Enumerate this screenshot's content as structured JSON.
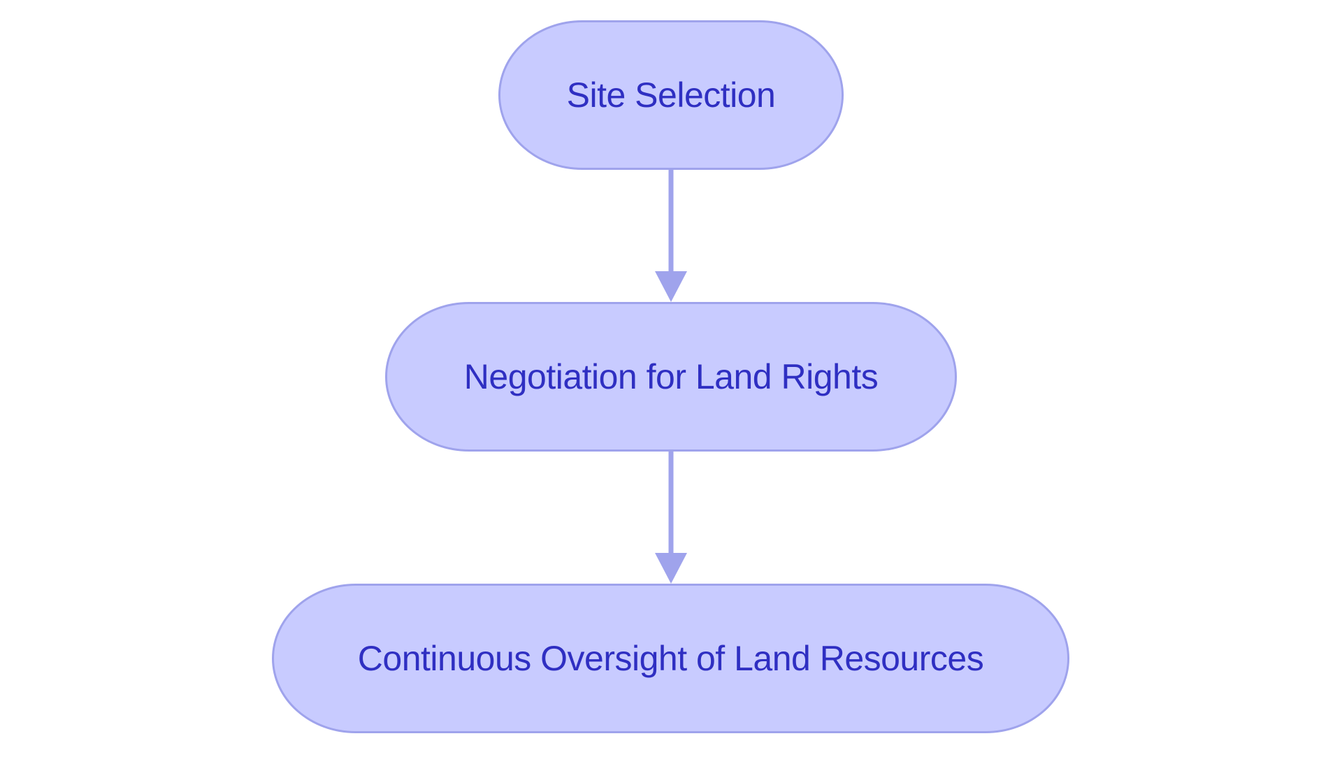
{
  "diagram": {
    "type": "flowchart",
    "direction": "top-down",
    "nodes": [
      {
        "id": "n1",
        "label": "Site Selection"
      },
      {
        "id": "n2",
        "label": "Negotiation for Land Rights"
      },
      {
        "id": "n3",
        "label": "Continuous Oversight of Land Resources"
      }
    ],
    "edges": [
      {
        "from": "n1",
        "to": "n2"
      },
      {
        "from": "n2",
        "to": "n3"
      }
    ],
    "colors": {
      "node_fill": "#c8cbff",
      "node_stroke": "#9fa3ec",
      "text": "#2f2fc2",
      "edge": "#9fa3ec"
    }
  }
}
